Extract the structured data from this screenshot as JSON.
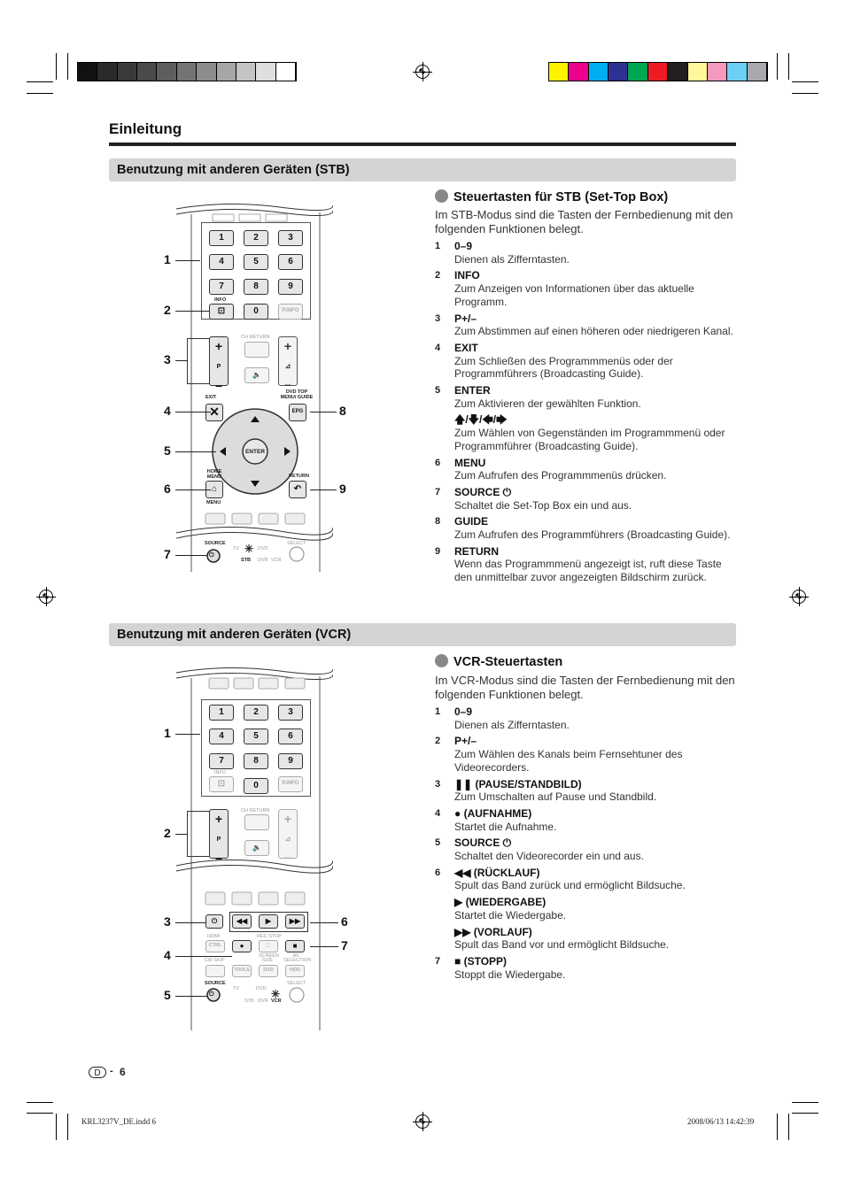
{
  "header": {
    "title": "Einleitung"
  },
  "colors": {
    "section_bg": "#d4d4d4",
    "bullet": "#888888",
    "grayscale": [
      "#1a1a1a",
      "#111111",
      "#2a2a2a",
      "#3a3a3a",
      "#4a4a4a",
      "#5e5e5e",
      "#747474",
      "#8c8c8c",
      "#a6a6a6",
      "#c4c4c4",
      "#dedede",
      "#ffffff"
    ],
    "process": [
      "#fff200",
      "#ec008c",
      "#00aeef",
      "#2e3192",
      "#00a651",
      "#ed1c24",
      "#231f20",
      "#fff799",
      "#f49ac1",
      "#6dcff6",
      "#a7a9ac"
    ]
  },
  "stb": {
    "section_title": "Benutzung mit anderen Geräten (STB)",
    "heading": "Steuertasten für STB (Set-Top Box)",
    "intro": "Im STB-Modus sind die Tasten der Fernbedienung mit den folgenden Funktionen belegt.",
    "items": [
      {
        "num": "1",
        "title": "0–9",
        "desc": "Dienen als Zifferntasten."
      },
      {
        "num": "2",
        "title": "INFO",
        "desc": "Zum Anzeigen von Informationen über das aktuelle Programm."
      },
      {
        "num": "3",
        "title": "P+/–",
        "desc": "Zum Abstimmen auf einen höheren oder niedrigeren Kanal."
      },
      {
        "num": "4",
        "title": "EXIT",
        "desc": "Zum Schließen des Programmmenüs oder der Programmführers (Broadcasting Guide)."
      },
      {
        "num": "5",
        "title": "ENTER",
        "desc": "Zum Aktivieren der gewählten Funktion."
      },
      {
        "num": "",
        "title": "🡅/🡇/🡄/🡆",
        "desc": "Zum Wählen von Gegenständen im Programmmenü oder Programmführer (Broadcasting Guide)."
      },
      {
        "num": "6",
        "title": "MENU",
        "desc": "Zum Aufrufen des Programmmenüs drücken."
      },
      {
        "num": "7",
        "title": "SOURCE ⏻",
        "desc": "Schaltet die Set-Top Box ein und aus."
      },
      {
        "num": "8",
        "title": "GUIDE",
        "desc": "Zum Aufrufen des Programmführers (Broadcasting Guide)."
      },
      {
        "num": "9",
        "title": "RETURN",
        "desc": "Wenn das Programmmenü angezeigt ist, ruft diese Taste den unmittelbar zuvor angezeigten Bildschirm zurück."
      }
    ],
    "callouts": [
      "1",
      "2",
      "3",
      "4",
      "5",
      "6",
      "7",
      "8",
      "9"
    ],
    "remote": {
      "digits": [
        "1",
        "2",
        "3",
        "4",
        "5",
        "6",
        "7",
        "8",
        "9",
        "0"
      ],
      "info": "INFO",
      "pinfo": "P.INFO",
      "ch_return": "CH RETURN",
      "p": "P",
      "exit": "EXIT",
      "dvd_top": "DVD TOP MENU/ GUIDE",
      "epg": "EPG",
      "enter": "ENTER",
      "home_menu": "HOME MENU",
      "menu": "MENU",
      "return": "RETURN",
      "source": "SOURCE",
      "select": "SELECT",
      "tv": "TV",
      "dvd": "DVD",
      "stb": "STB",
      "dvr": "DVR",
      "vcr": "VCR"
    }
  },
  "vcr": {
    "section_title": "Benutzung mit anderen Geräten (VCR)",
    "heading": "VCR-Steuertasten",
    "intro": "Im VCR-Modus sind die Tasten der Fernbedienung mit den folgenden Funktionen belegt.",
    "items": [
      {
        "num": "1",
        "title": "0–9",
        "desc": "Dienen als Zifferntasten."
      },
      {
        "num": "2",
        "title": "P+/–",
        "desc": "Zum Wählen des Kanals beim Fernsehtuner des Videorecorders."
      },
      {
        "num": "3",
        "title": "❚❚ (PAUSE/STANDBILD)",
        "desc": "Zum Umschalten auf Pause und Standbild."
      },
      {
        "num": "4",
        "title": "● (AUFNAHME)",
        "desc": "Startet die Aufnahme."
      },
      {
        "num": "5",
        "title": "SOURCE ⏻",
        "desc": "Schaltet den Videorecorder ein und aus."
      },
      {
        "num": "6",
        "title": "◀◀ (RÜCKLAUF)",
        "desc": "Spult das Band zurück und ermöglicht Bildsuche."
      },
      {
        "num": "",
        "title": "▶ (WIEDERGABE)",
        "desc": "Startet die Wiedergabe."
      },
      {
        "num": "",
        "title": "▶▶ (VORLAUF)",
        "desc": "Spult das Band vor und ermöglicht Bildsuche."
      },
      {
        "num": "7",
        "title": "■ (STOPP)",
        "desc": "Stoppt die Wiedergabe."
      }
    ],
    "callouts": [
      "1",
      "2",
      "3",
      "4",
      "5",
      "6",
      "7"
    ],
    "remote": {
      "digits": [
        "1",
        "2",
        "3",
        "4",
        "5",
        "6",
        "7",
        "8",
        "9",
        "0"
      ],
      "info": "INFO",
      "pinfo": "P.INFO",
      "ch_return": "CH RETURN",
      "p": "P",
      "hdmi": "HDMI",
      "ctrl": "CTRL",
      "rec_stop": "REC STOP",
      "cm_skip": "CM SKIP",
      "screen_size": "SCREEN SIZE",
      "av_selection": "AV SELECTION",
      "tools": "TOOLS",
      "dvd_btn": "DVD",
      "hdd_btn": "HDD",
      "source": "SOURCE",
      "select": "SELECT",
      "tv": "TV",
      "dvd": "DVD",
      "stb": "STB",
      "dvr": "DVR",
      "vcr": "VCR"
    }
  },
  "footer": {
    "lang": "D",
    "page": "6",
    "file": "KRL3237V_DE.indd   6",
    "date": "2008/06/13   14:42:39"
  }
}
